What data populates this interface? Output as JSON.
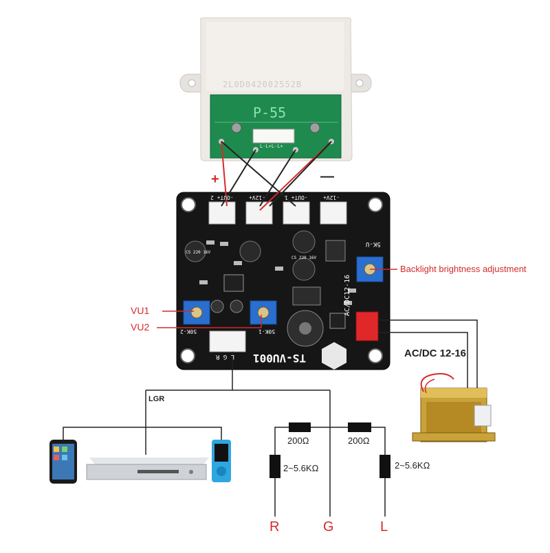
{
  "meter": {
    "model": "P-55",
    "serial": "2L0D042002552B",
    "terminals": "L-L+L-L+"
  },
  "labels": {
    "plus": "+",
    "minus": "—",
    "vu1": "VU1",
    "vu2": "VU2",
    "backlight": "Backlight brightness adjustment",
    "acdc": "AC/DC 12-16",
    "lgr": "LGR",
    "r_left": "200Ω",
    "r_right": "200Ω",
    "r_leg_left": "2~5.6KΩ",
    "r_leg_right": "2~5.6KΩ",
    "out_r": "R",
    "out_g": "G",
    "out_l": "L"
  },
  "board": {
    "name": "TS-VU001",
    "jp5": "-OUT+ 2",
    "jp3": "-12V+",
    "jp4": "-OUT+ 1",
    "jp2": "-12V+",
    "pot_5k": "5K-U",
    "pot_50k_2": "50K-2",
    "pot_50k_1": "50K-1",
    "power": "AC/DC12-16",
    "input": "L G R",
    "cap_big": "CS 220 16V",
    "cap_small": "CS 220 16V"
  },
  "colors": {
    "accent_red": "#d42a2a",
    "board": "#161616",
    "pcb_green": "#1f8a4e",
    "pot_blue": "#2a6fcf",
    "connector_red": "#e0282a"
  }
}
